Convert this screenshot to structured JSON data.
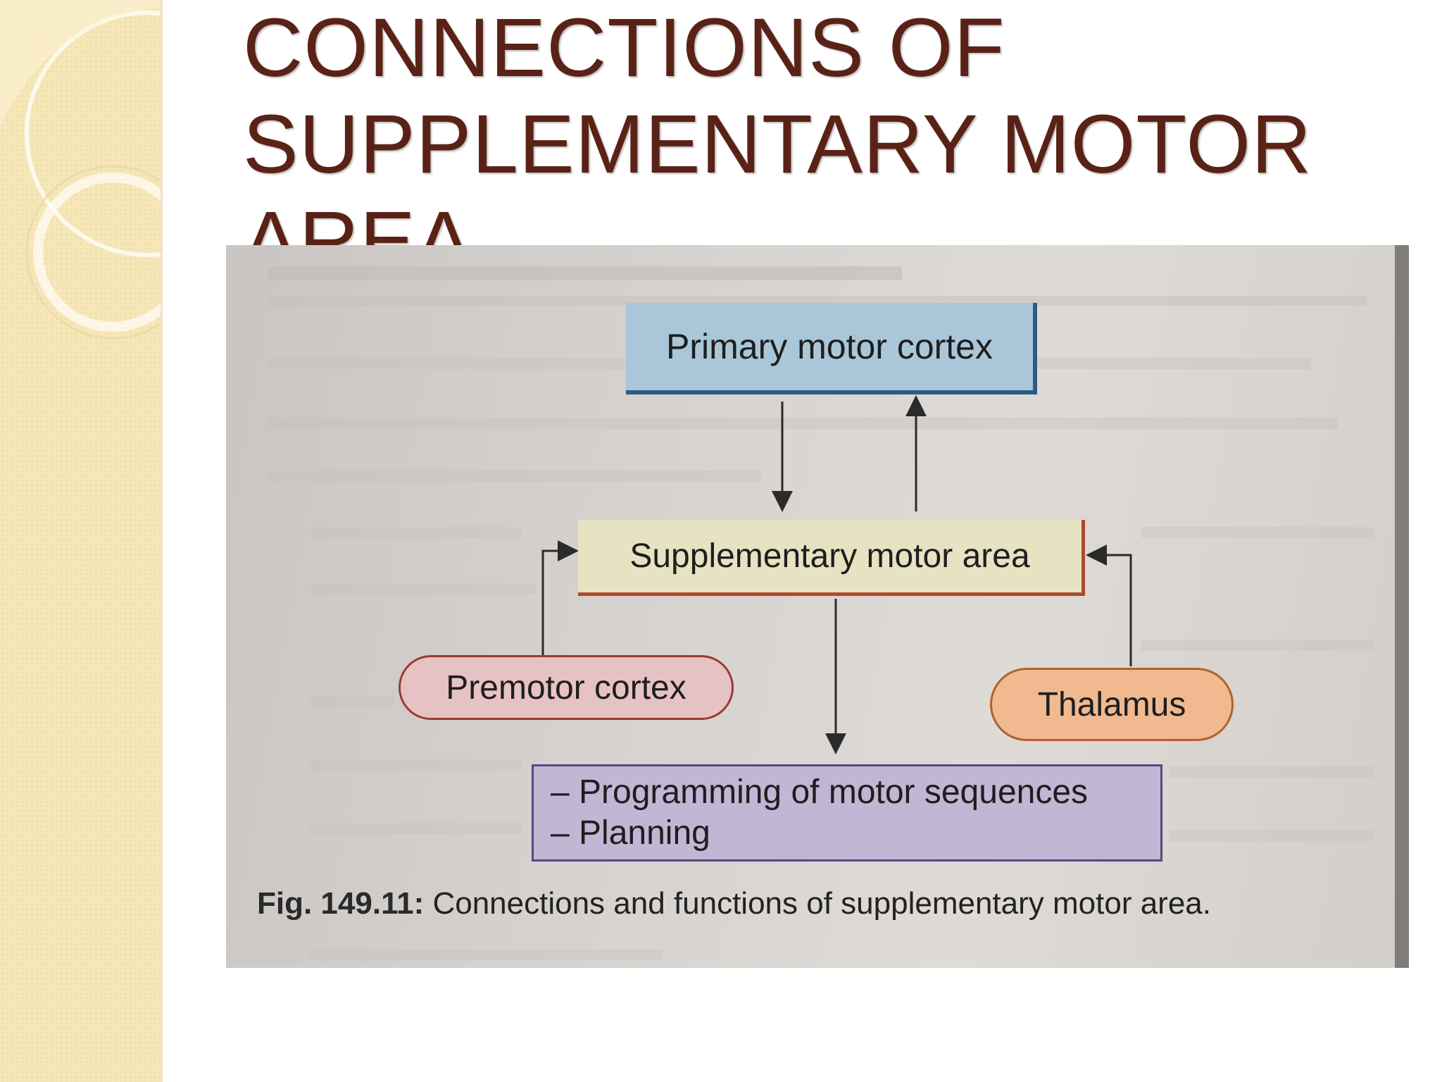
{
  "slide": {
    "title_lines": [
      "CONNECTIONS OF",
      "SUPPLEMENTARY MOTOR",
      "AREA"
    ]
  },
  "figure": {
    "nodes": {
      "primary": "Primary motor cortex",
      "sma": "Supplementary motor area",
      "premotor": "Premotor cortex",
      "thalamus": "Thalamus",
      "functions": [
        "– Programming of motor sequences",
        "– Planning"
      ]
    },
    "caption": {
      "number": "Fig. 149.11:",
      "text": " Connections and functions of supplementary motor area."
    }
  }
}
